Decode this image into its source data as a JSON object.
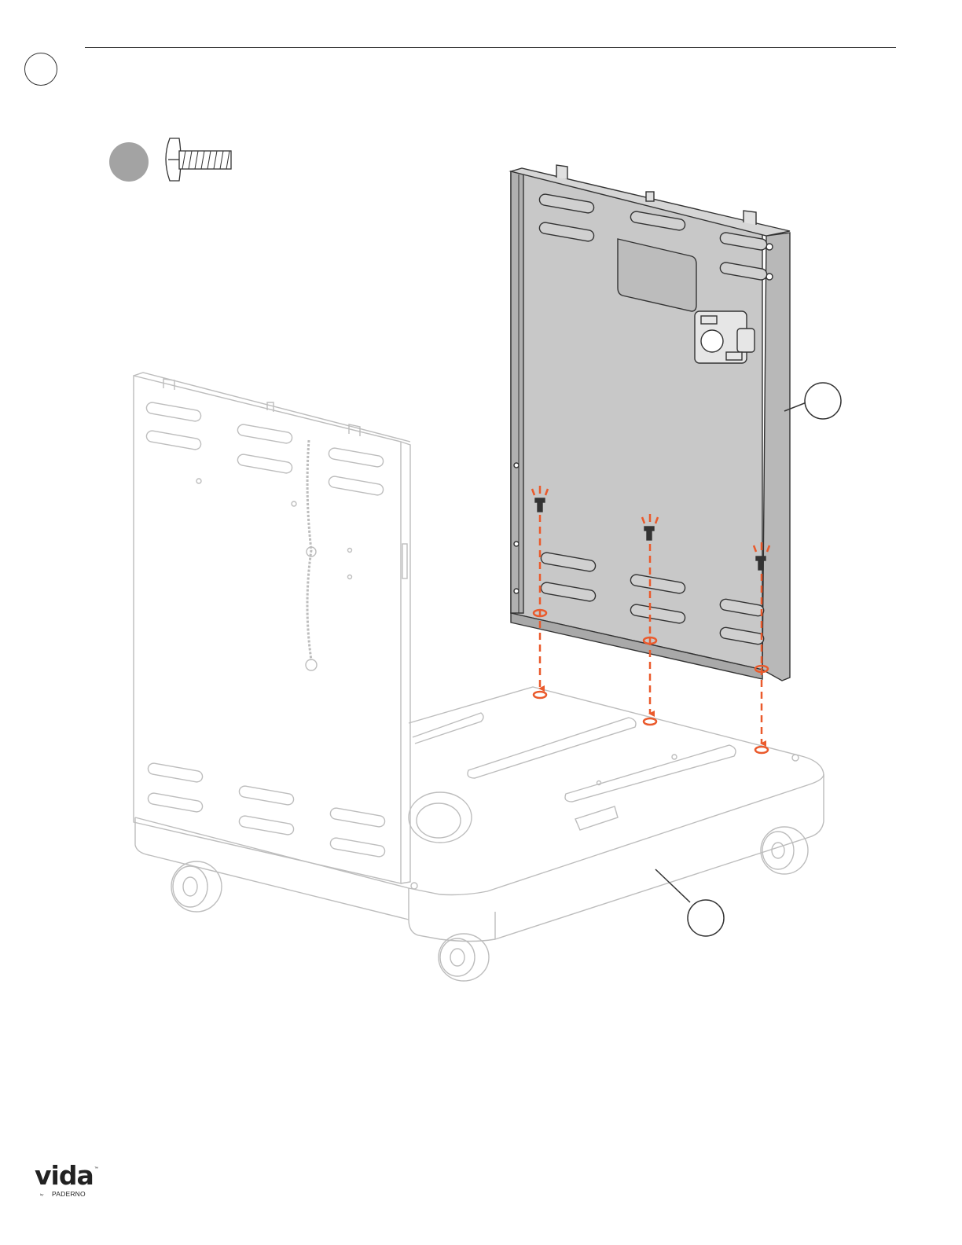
{
  "page": {
    "header": {
      "step_number": "",
      "part_ref_main": "",
      "part_ref_base": ""
    },
    "hardware": {
      "part_ref": "",
      "item": "screw-icon"
    },
    "colors": {
      "line": "#333333",
      "panel_fill": "#c4c4c4",
      "badge": "#a3a3a3",
      "arrow": "#ea5a2c"
    },
    "logo": {
      "word": "vida",
      "tm": "™",
      "by": "by",
      "brand": "PADERNO"
    }
  }
}
